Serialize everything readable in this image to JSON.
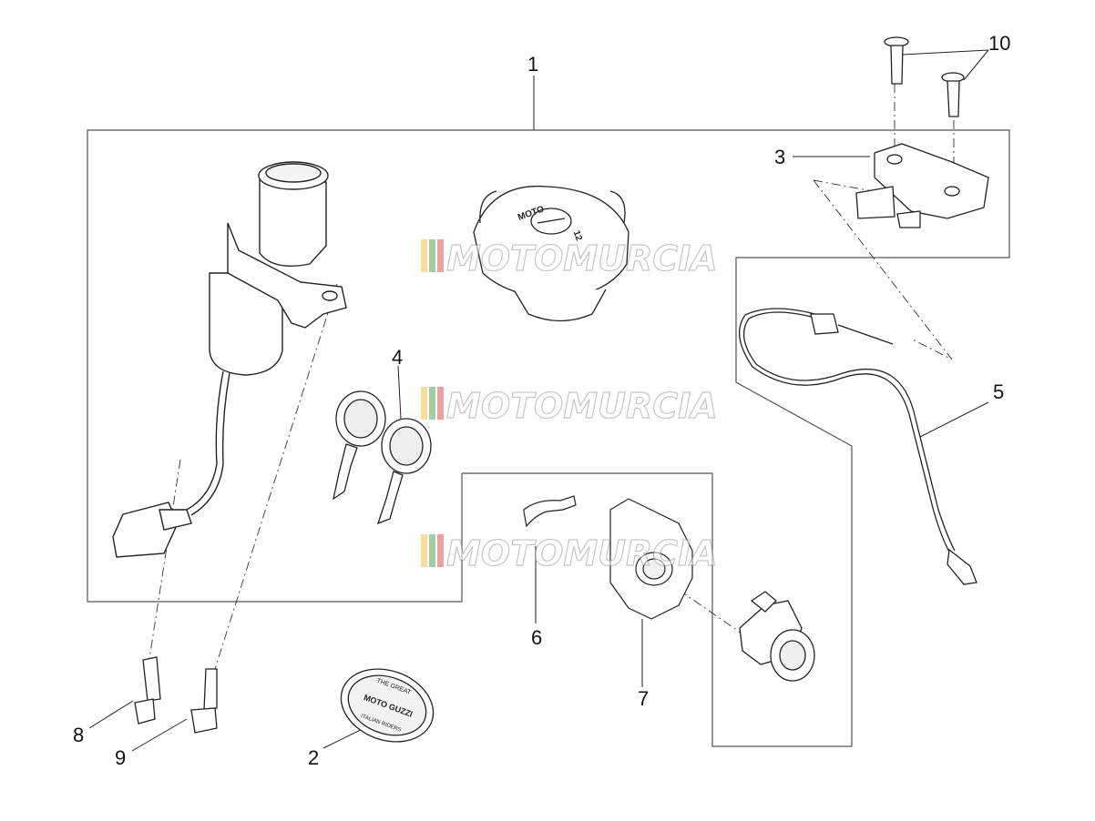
{
  "diagram": {
    "callouts": [
      "1",
      "2",
      "3",
      "4",
      "5",
      "6",
      "7",
      "8",
      "9",
      "10"
    ],
    "watermark": {
      "text": "MOTOMURCIA",
      "stripe_colors": [
        "#f3c24a",
        "#5aa55a",
        "#e0554a"
      ]
    },
    "gas_cap_text": [
      "MOTO",
      "12"
    ],
    "badge_text": [
      "THE GREAT",
      "MOTO GUZZI",
      "ITALIAN RIDERS"
    ]
  }
}
